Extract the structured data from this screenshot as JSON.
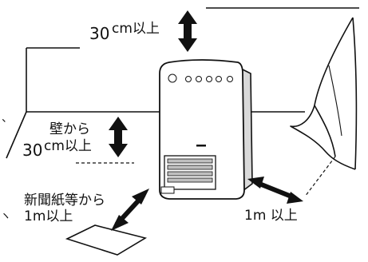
{
  "labels": {
    "top_clearance_number": "30",
    "top_clearance_unit": "cm以上",
    "wall_line1": "壁から",
    "wall_number": "30",
    "wall_unit": "cm以上",
    "newspaper_line1": "新聞紙等から",
    "newspaper_line2": "1m以上",
    "side_clearance": "1m 以上"
  },
  "colors": {
    "line": "#111111",
    "heater_body": "#ffffff",
    "heater_side": "#d9d9d9",
    "grille": "#bfbfbf"
  }
}
